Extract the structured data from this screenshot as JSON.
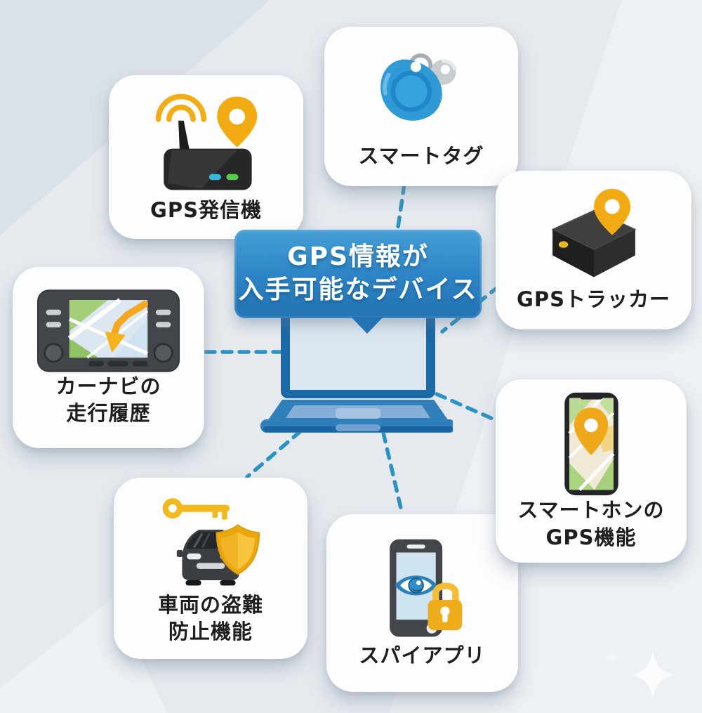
{
  "diagram_title": {
    "line1": "GPS情報が",
    "line2": "入手可能なデバイス"
  },
  "hub": {
    "device": "laptop"
  },
  "cards": {
    "gps_transmitter": {
      "label": "GPS発信機"
    },
    "smart_tag": {
      "label": "スマートタグ"
    },
    "gps_tracker": {
      "label": "GPSトラッカー"
    },
    "car_nav": {
      "line1": "カーナビの",
      "line2": "走行履歴"
    },
    "anti_theft": {
      "line1": "車両の盗難",
      "line2": "防止機能"
    },
    "spy_app": {
      "label": "スパイアプリ"
    },
    "smartphone_gps": {
      "line1": "スマートホンの",
      "line2": "GPS機能"
    }
  },
  "connections": [
    "smart_tag",
    "gps_tracker",
    "car_nav",
    "anti_theft",
    "spy_app",
    "smartphone_gps"
  ],
  "icon_names": [
    "gps-transmitter-icon",
    "smart-tag-key-icon",
    "gps-tracker-icon",
    "car-navigation-icon",
    "car-antitheft-icon",
    "spy-app-phone-icon",
    "smartphone-map-icon",
    "laptop-icon",
    "sparkle-icon"
  ],
  "colors": {
    "background": "#e6eaef",
    "banner_blue": "#2e86c6",
    "connector_dash": "#2b93c2",
    "card_background": "#fdfdfe",
    "label_text": "#1e1e1e",
    "banner_text": "#ffffff",
    "pin_yellow": "#f2ab12",
    "laptop_blue": "#2e7fba",
    "shield_gold": "#eca70f",
    "tag_blue": "#2f9ad6"
  }
}
